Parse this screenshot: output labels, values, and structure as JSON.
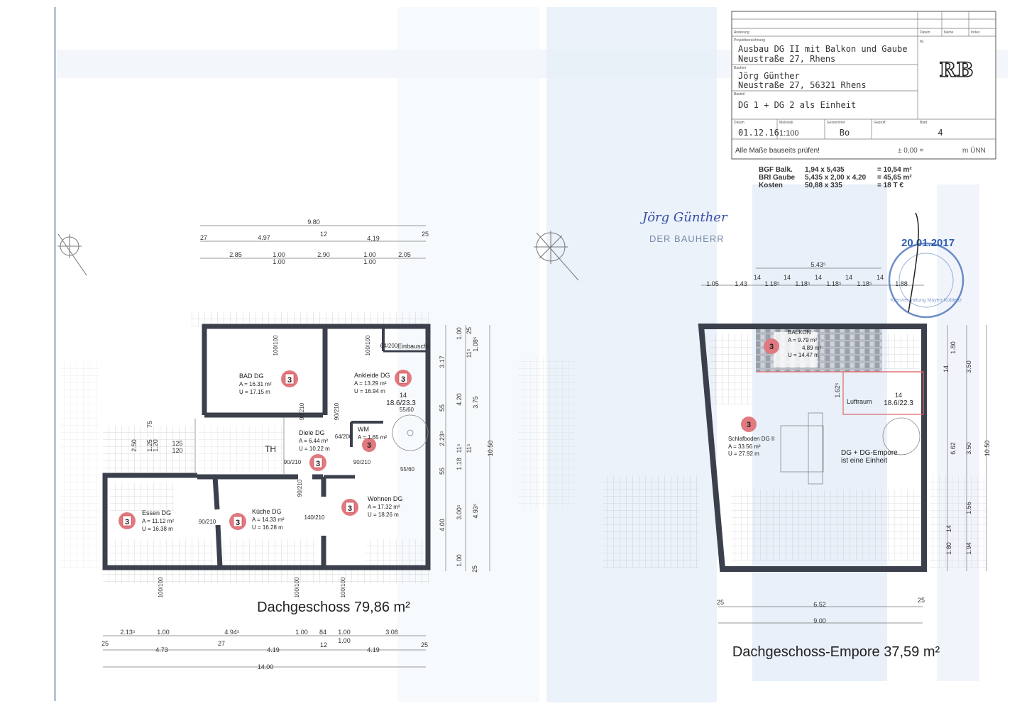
{
  "title_block": {
    "labels": {
      "aenderung": "Änderung",
      "datum": "Datum",
      "name": "Name",
      "index": "Index",
      "projekt": "Projektbezeichnung",
      "nr": "Nr.",
      "bauherr": "Bauherr",
      "bauteil": "Bauteil",
      "datum2": "Datum",
      "massstab": "Maßstab",
      "gezeichnet": "Gezeichnet",
      "geprueft": "Geprüft",
      "blatt": "Blatt"
    },
    "project_line1": "Ausbau DG II mit Balkon und Gaube",
    "project_line2": "Neustraße 27, Rhens",
    "owner_line1": "Jörg Günther",
    "owner_line2": "Neustraße 27, 56321 Rhens",
    "part": "DG 1 + DG 2 als Einheit",
    "date": "01.12.16",
    "scale": "1:100",
    "drawn_by": "Bo",
    "sheet": "4",
    "note": "Alle Maße bauseits prüfen!",
    "level": "± 0,00 =",
    "level_unit": "m ÜNN",
    "logo": "RB"
  },
  "calc": [
    {
      "label": "BGF Balk.",
      "expr": "1,94 x 5,435",
      "result": "= 10,54 m²"
    },
    {
      "label": "BRI Gaube",
      "expr": "5,435 x 2,00 x 4,20",
      "result": "= 45,65 m²"
    },
    {
      "label": "Kosten",
      "expr": "50,88  x 335",
      "result": "= 18 T €"
    }
  ],
  "signature": {
    "handwriting": "Jörg Günther",
    "stamp": "DER BAUHERR"
  },
  "official_stamp": {
    "date": "20.01.2017",
    "text": "Kreisverwaltung Mayen-Koblenz"
  },
  "plan_left": {
    "title": "Dachgeschoss 79,86 m²",
    "rooms": [
      {
        "name": "BAD DG",
        "area": "A =  16.31 m²",
        "perimeter": "U =  17.15 m",
        "badge": "3"
      },
      {
        "name": "Ankleide DG",
        "area": "A =  13.29 m²",
        "perimeter": "U =  16.94 m",
        "badge": "3"
      },
      {
        "name": "Diele DG",
        "area": "A =  6.44 m²",
        "perimeter": "U =  10.22 m",
        "badge": "3"
      },
      {
        "name": "WM",
        "area": "A =  1.65 m²",
        "badge": "3"
      },
      {
        "name": "Essen DG",
        "area": "A =  11.12 m²",
        "perimeter": "U =  16.38 m",
        "badge": "3"
      },
      {
        "name": "Küche DG",
        "area": "A =  14.33 m²",
        "perimeter": "U =  16.28 m",
        "badge": "3"
      },
      {
        "name": "Wohnen DG",
        "area": "A =  17.32 m²",
        "perimeter": "U =  18.26 m",
        "badge": "3"
      }
    ],
    "labels": {
      "th": "TH",
      "einbau": "Einbauschr.",
      "stair_steps": "14",
      "stair_ratio": "18.6/23.3",
      "door_kitchen": "140/210"
    },
    "top_dims": {
      "total": "9.80",
      "row2": [
        "27",
        "4.97",
        "12",
        "4.19",
        "25"
      ],
      "row3": [
        "2.85",
        "1.00",
        "1.00",
        "2.90",
        "1.00",
        "1.00",
        "2.05"
      ]
    },
    "bottom_dims": {
      "row1": [
        "2.13⁵",
        "1.00",
        "4.94⁵",
        "1.00",
        "84",
        "1.00",
        "1.00",
        "3.08"
      ],
      "row2": [
        "25",
        "4.73",
        "27",
        "4.19",
        "12",
        "4.19",
        "25"
      ],
      "total": "14.00"
    },
    "right_dims": {
      "col1": [
        "1.00",
        "3.17",
        "55",
        "2.23⁵",
        "55",
        "1.18",
        "4.00",
        "3.00⁵",
        "1.00"
      ],
      "col2": [
        "25",
        "1.08⁵",
        "11⁵",
        "4.20",
        "3.75",
        "11⁵",
        "11⁵",
        "4.93⁵",
        "25"
      ],
      "total": "10.50"
    },
    "left_dims": [
      "2.50",
      "75",
      "1.25",
      "1.20",
      "125",
      "120"
    ],
    "door_dims": [
      "100/100",
      "100/100",
      "64/200",
      "90/210",
      "90/210",
      "64/200",
      "90/210",
      "90/210",
      "90/210",
      "90/210",
      "55/60",
      "55/60",
      "100/100",
      "100/100",
      "100/100"
    ]
  },
  "plan_right": {
    "title": "Dachgeschoss-Empore 37,59 m²",
    "rooms": [
      {
        "name": "BALKON",
        "area": "A =  9.79 m²",
        "area2": "4.89 m²",
        "perimeter": "U =  14.47 m",
        "badge": "3"
      },
      {
        "name": "Schlafboden DG II",
        "area": "A =  33.56 m²",
        "perimeter": "U =  27.92 m",
        "badge": "3"
      }
    ],
    "labels": {
      "luftraum": "Luftraum",
      "stair_steps": "14",
      "stair_ratio": "18.6/22.3",
      "note1": "DG + DG-Empore",
      "note2": "ist eine Einheit",
      "height": "1.62⁵"
    },
    "top_dims": {
      "total": "5.43⁵",
      "row": [
        "1.05",
        "1.43",
        "14",
        "1.18⁵",
        "14",
        "1.18⁵",
        "14",
        "1.18⁵",
        "14",
        "1.18⁵",
        "14",
        "1.88"
      ]
    },
    "right_dims": [
      "1.80",
      "3.50",
      "14",
      "6.62",
      "3.50",
      "10.50",
      "1.56",
      "14",
      "1.80",
      "1.94"
    ],
    "bottom_dims": [
      "25",
      "6.52",
      "25",
      "9.00"
    ]
  },
  "colors": {
    "wall": "#3b404c",
    "badge": "#e07a80",
    "scan_blue": "#dde8f5",
    "stamp_blue": "#2f5fb0"
  }
}
